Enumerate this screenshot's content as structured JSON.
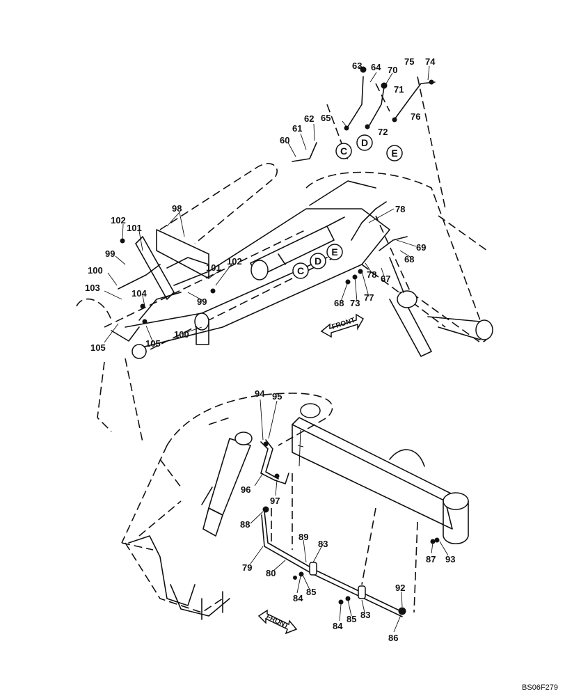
{
  "callouts_top": [
    "63",
    "64",
    "70",
    "75",
    "74",
    "71",
    "65",
    "62",
    "72",
    "76",
    "61",
    "60",
    "98",
    "78",
    "102",
    "101",
    "69",
    "99",
    "68",
    "100",
    "101",
    "102",
    "78",
    "67",
    "103",
    "99",
    "104",
    "68",
    "73",
    "77",
    "105",
    "100",
    "105"
  ],
  "callouts_bottom": [
    "94",
    "95",
    "96",
    "97",
    "88",
    "89",
    "83",
    "79",
    "80",
    "87",
    "93",
    "84",
    "85",
    "92",
    "84",
    "85",
    "83",
    "86"
  ],
  "reference_circles": [
    "C",
    "D",
    "E",
    "C",
    "D",
    "E"
  ],
  "front_labels": [
    "FRONT",
    "FRONT"
  ],
  "drawing_code": "BS06F279"
}
